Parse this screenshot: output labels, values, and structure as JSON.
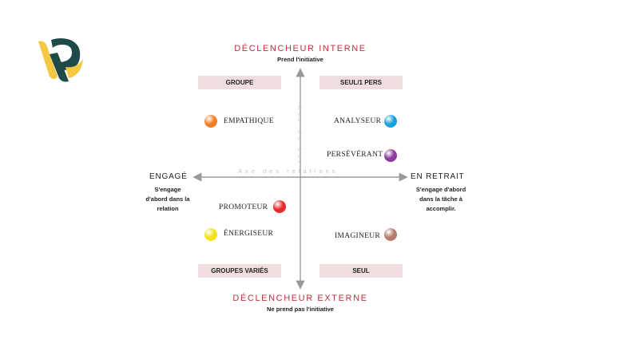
{
  "top": {
    "title": "DÉCLENCHEUR  INTERNE",
    "subtitle": "Prend l'initiative"
  },
  "bottom": {
    "title": "DÉCLENCHEUR  EXTERNE",
    "subtitle": "Ne prend pas l'initiative"
  },
  "left": {
    "title": "ENGAGÉ",
    "desc_lines": [
      "S'engage",
      "d'abord dans la",
      "relation"
    ]
  },
  "right": {
    "title": "EN  RETRAIT",
    "desc_lines": [
      "S'engage d'abord",
      "dans la tâche à",
      "accomplir."
    ]
  },
  "quadrants": {
    "top_left": "GROUPE",
    "top_right": "SEUL/1 PERS",
    "bottom_left": "GROUPES VARIÉS",
    "bottom_right": "SEUL"
  },
  "axis_labels": {
    "horizontal": "Axe des relations",
    "vertical": "Axe du but"
  },
  "types": {
    "empathique": {
      "label": "EMPATHIQUE",
      "color": "#f07f24"
    },
    "analyseur": {
      "label": "ANALYSEUR",
      "color": "#1aa0dc"
    },
    "perseverant": {
      "label": "PERSÉVÉRANT",
      "color": "#8c3a9e"
    },
    "promoteur": {
      "label": "PROMOTEUR",
      "color": "#e52b2b"
    },
    "energiseur": {
      "label": "ÉNERGISEUR",
      "color": "#f2e21a"
    },
    "imagineur": {
      "label": "IMAGINEUR",
      "color": "#b77b6b"
    }
  },
  "colors": {
    "accent": "#b8323c",
    "quadrant_bg": "#f0dde0",
    "axis": "#9a9a9a"
  }
}
